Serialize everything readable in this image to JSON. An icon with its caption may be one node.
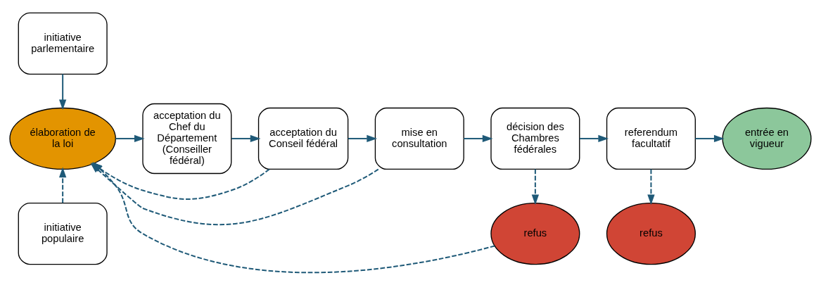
{
  "diagram": {
    "nodes": [
      {
        "text": [
          "initiative parlementaire"
        ]
      },
      {
        "text": [
          "élaboration de la loi"
        ]
      },
      {
        "text": [
          "acceptation du Chef du Département (Conseiller fédéral)"
        ]
      },
      {
        "text": [
          "acceptation du Conseil fédéral"
        ]
      },
      {
        "text": [
          "mise en consultation"
        ]
      },
      {
        "text": [
          "décision des Chambres fédérales"
        ]
      },
      {
        "text": [
          "referendum facultatif"
        ]
      },
      {
        "text": [
          "entrée en vigueur"
        ]
      },
      {
        "text": [
          "refus"
        ]
      },
      {
        "text": [
          "refus"
        ]
      },
      {
        "text": [
          "initiative populaire"
        ]
      }
    ],
    "edges": [
      {
        "from": 0,
        "to": 1,
        "arrow": "to"
      },
      {
        "from": 1,
        "to": 2,
        "arrow": "to"
      },
      {
        "from": 2,
        "to": 3,
        "arrow": "to"
      },
      {
        "from": 3,
        "to": 4,
        "arrow": "to"
      },
      {
        "from": 4,
        "to": 5,
        "arrow": "to"
      },
      {
        "from": 5,
        "to": 6,
        "arrow": "to"
      },
      {
        "from": 6,
        "to": 7,
        "arrow": "to"
      },
      {
        "from": 5,
        "to": 8,
        "arrow": "to",
        "style": "dashed"
      },
      {
        "from": 6,
        "to": 9,
        "arrow": "to",
        "style": "dashed"
      },
      {
        "from": 3,
        "to": 1,
        "arrow": "to",
        "style": "dashed"
      },
      {
        "from": 4,
        "to": 1,
        "arrow": "to",
        "style": "dashed"
      },
      {
        "from": 8,
        "to": 1,
        "arrow": "to",
        "style": "dashed"
      },
      {
        "from": 10,
        "to": 1,
        "arrow": "to",
        "style": "dashed"
      }
    ]
  }
}
